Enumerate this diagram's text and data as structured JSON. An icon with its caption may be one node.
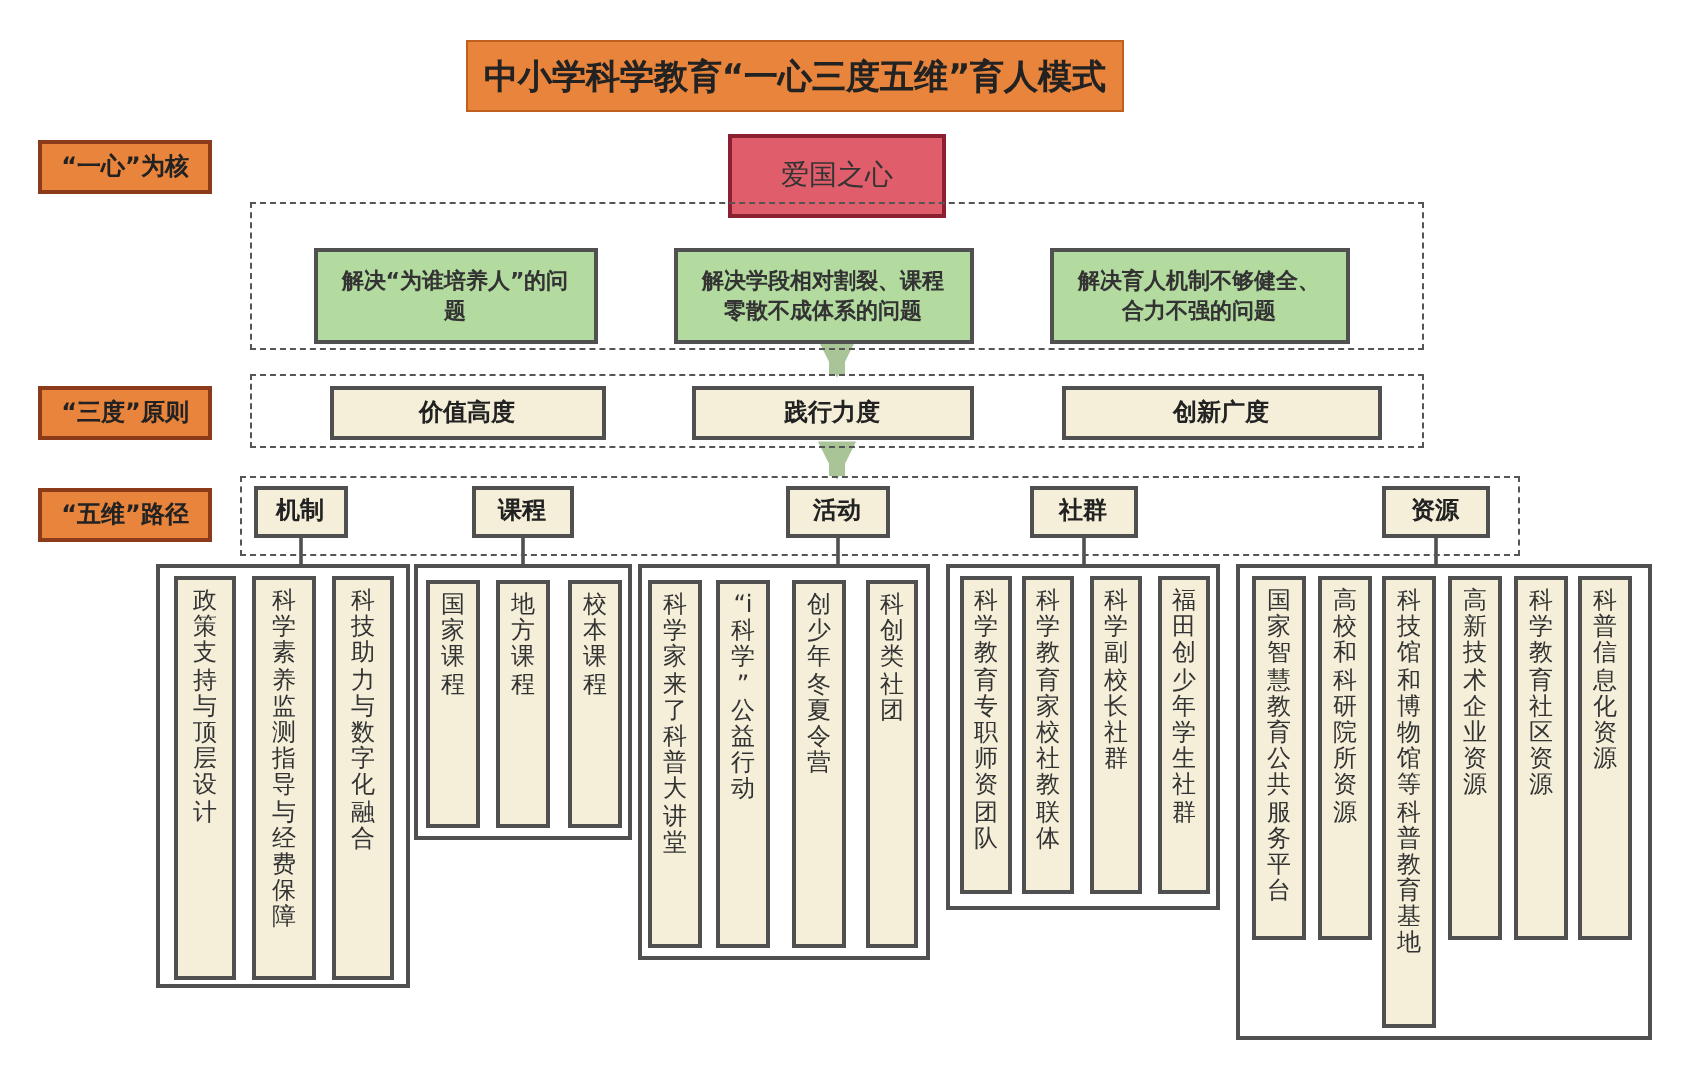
{
  "diagram": {
    "title": "中小学科学教育“一心三度五维”育人模式",
    "nodes": [
      {
        "text": [
          "“一心”为核"
        ]
      },
      {
        "text": [
          "爱国之心"
        ]
      },
      {
        "text": [],
        "shape": "box"
      },
      {
        "text": [
          "解决“为谁培养人”的问题"
        ],
        "in": 2
      },
      {
        "text": [
          "解决学段相对割裂、课程零散不成体系的问题"
        ],
        "in": 2
      },
      {
        "text": [
          "解决育人机制不够健全、合力不强的问题"
        ],
        "in": 2
      },
      {
        "text": [
          "“三度”原则"
        ]
      },
      {
        "text": [],
        "shape": "box"
      },
      {
        "text": [
          "价值高度"
        ],
        "in": 7
      },
      {
        "text": [
          "践行力度"
        ],
        "in": 7
      },
      {
        "text": [
          "创新广度"
        ],
        "in": 7
      },
      {
        "text": [
          "“五维”路径"
        ]
      },
      {
        "text": [],
        "shape": "box"
      },
      {
        "text": [
          "机制"
        ],
        "in": 12
      },
      {
        "text": [
          "课程"
        ],
        "in": 12
      },
      {
        "text": [
          "活动"
        ],
        "in": 12
      },
      {
        "text": [
          "社群"
        ],
        "in": 12
      },
      {
        "text": [
          "资源"
        ],
        "in": 12
      },
      {
        "text": [],
        "shape": "box"
      },
      {
        "text": [
          "政策支持与顶层设计"
        ],
        "in": 18
      },
      {
        "text": [
          "科学素养监测指导与经费保障"
        ],
        "in": 18
      },
      {
        "text": [
          "科技助力与数字化融合"
        ],
        "in": 18
      },
      {
        "text": [],
        "shape": "box"
      },
      {
        "text": [
          "国家课程"
        ],
        "in": 22
      },
      {
        "text": [
          "地方课程"
        ],
        "in": 22
      },
      {
        "text": [
          "校本课程"
        ],
        "in": 22
      },
      {
        "text": [],
        "shape": "box"
      },
      {
        "text": [
          "科学家来了科普大讲堂"
        ],
        "in": 26
      },
      {
        "text": [
          "“i科学”公益行动"
        ],
        "in": 26
      },
      {
        "text": [
          "创少年冬夏令营"
        ],
        "in": 26
      },
      {
        "text": [
          "科创类社团"
        ],
        "in": 26
      },
      {
        "text": [],
        "shape": "box"
      },
      {
        "text": [
          "科学教育专职师资团队"
        ],
        "in": 31
      },
      {
        "text": [
          "科学教育家校社教联体"
        ],
        "in": 31
      },
      {
        "text": [
          "科学副校长社群"
        ],
        "in": 31
      },
      {
        "text": [
          "福田创少年学生社群"
        ],
        "in": 31
      },
      {
        "text": [],
        "shape": "box"
      },
      {
        "text": [
          "国家智慧教育公共服务平台"
        ],
        "in": 36
      },
      {
        "text": [
          "高校和科研院所资源"
        ],
        "in": 36
      },
      {
        "text": [
          "科技馆和博物馆等科普教育基地"
        ],
        "in": 36
      },
      {
        "text": [
          "高新技术企业资源"
        ],
        "in": 36
      },
      {
        "text": [
          "科学教育社区资源"
        ],
        "in": 36
      },
      {
        "text": [
          "科普信息化资源"
        ],
        "in": 36
      }
    ],
    "edges": [
      {
        "from": 2,
        "to": 7,
        "arrow": "to",
        "style": "thick",
        "color": "#a9c497"
      },
      {
        "from": 7,
        "to": 12,
        "arrow": "to",
        "style": "thick",
        "color": "#a9c497"
      },
      {
        "from": 13,
        "to": 18,
        "arrow": "none"
      },
      {
        "from": 14,
        "to": 22,
        "arrow": "none"
      },
      {
        "from": 15,
        "to": 26,
        "arrow": "none"
      },
      {
        "from": 16,
        "to": 31,
        "arrow": "none"
      },
      {
        "from": 17,
        "to": 36,
        "arrow": "none"
      }
    ]
  }
}
